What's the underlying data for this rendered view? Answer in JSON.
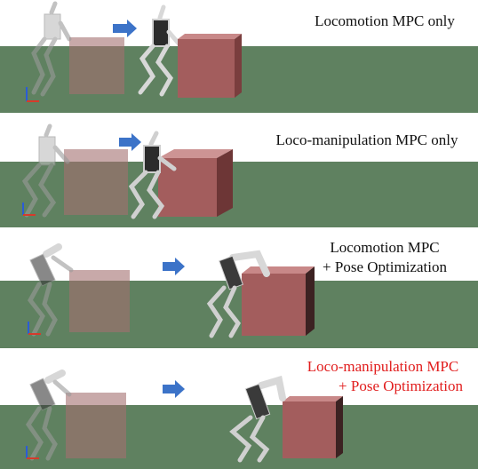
{
  "panels": [
    {
      "caption_lines": [
        "Locomotion MPC only"
      ],
      "caption_color": "#111111"
    },
    {
      "caption_lines": [
        "Loco-manipulation MPC only"
      ],
      "caption_color": "#111111"
    },
    {
      "caption_lines": [
        "Locomotion MPC",
        "+ Pose Optimization"
      ],
      "caption_color": "#111111"
    },
    {
      "caption_lines": [
        "Loco-manipulation MPC",
        "+ Pose Optimization"
      ],
      "caption_color": "#e11d1d"
    }
  ],
  "colors": {
    "ground": "#5f8160",
    "sky": "#ffffff",
    "box_front": "#a35d5d",
    "box_top": "#c88888",
    "box_side": "#7a3e3e",
    "arrow": "#3c73c8"
  }
}
